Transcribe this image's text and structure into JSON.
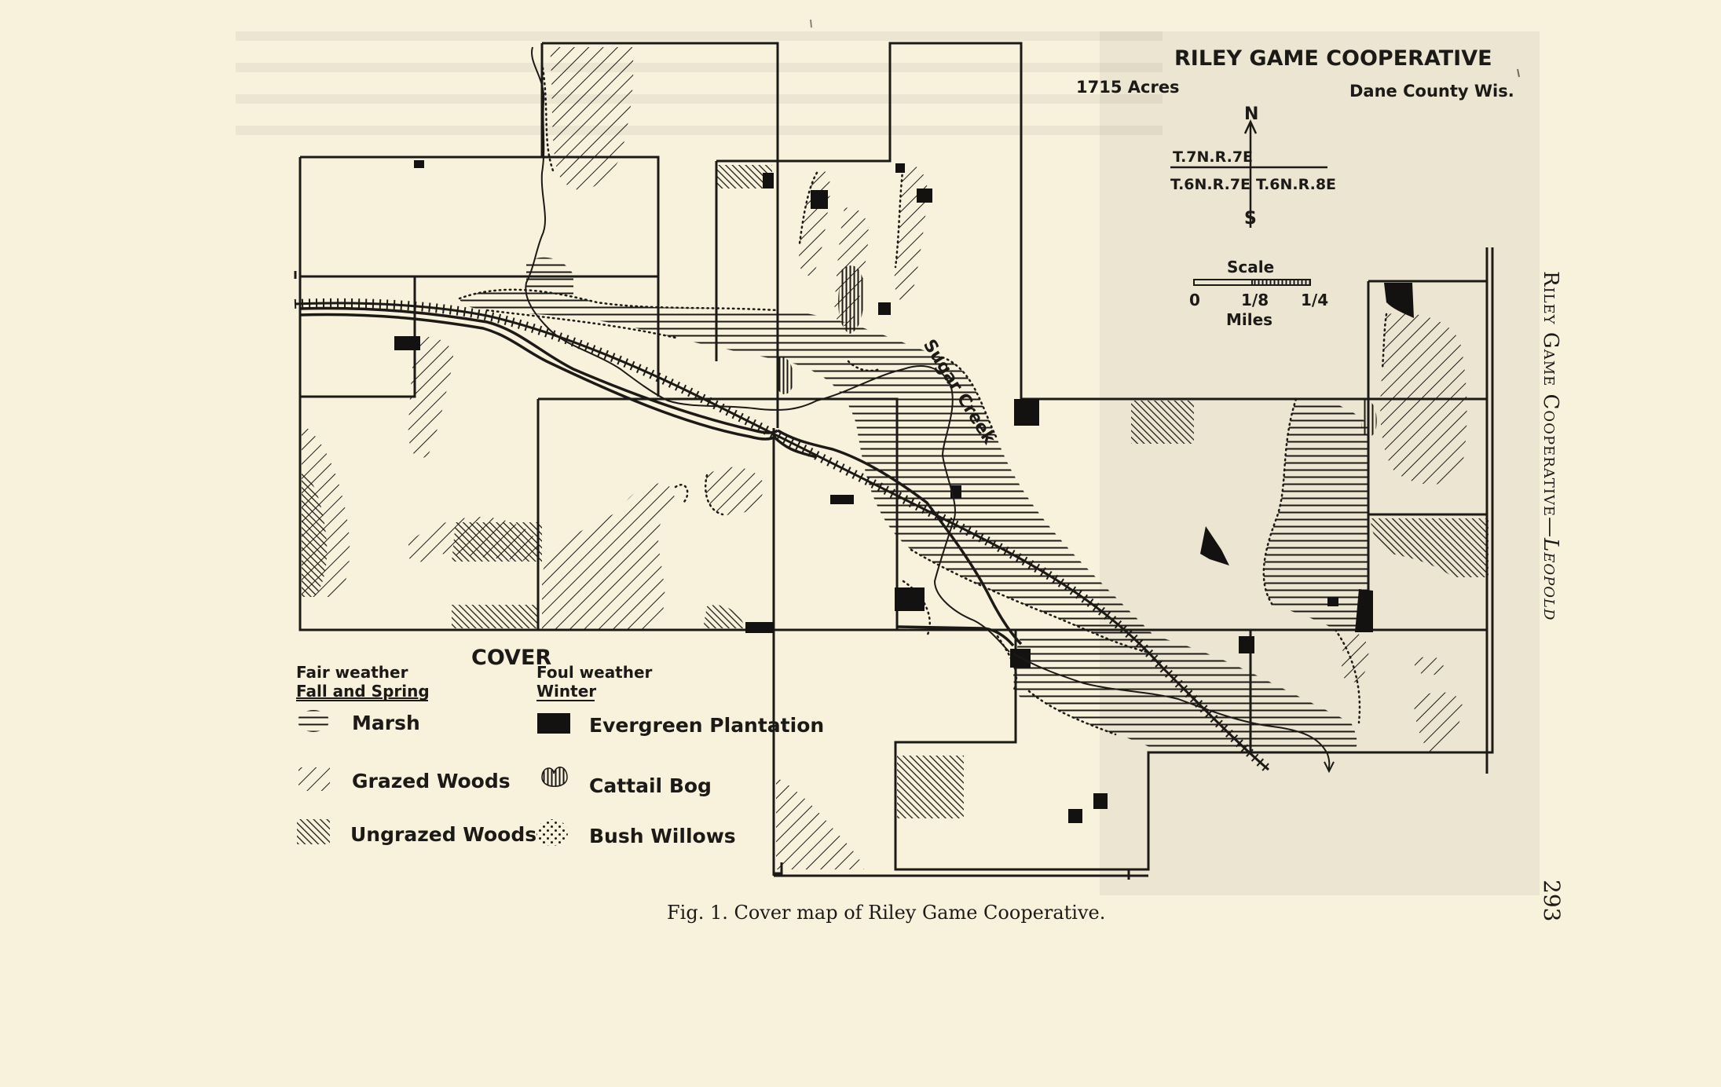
{
  "map": {
    "title": "RILEY GAME COOPERATIVE",
    "acres": "1715 Acres",
    "county": "Dane County Wis.",
    "compass": {
      "north": "N",
      "south": "S",
      "townships": [
        "T.7N.R.7E",
        "T.6N.R.7E",
        "T.6N.R.8E"
      ]
    },
    "scale": {
      "title": "Scale",
      "ticks": [
        "0",
        "1/8",
        "1/4"
      ],
      "unit": "Miles"
    },
    "creek_label": "Sugar Creek"
  },
  "legend": {
    "title": "COVER",
    "left_group_heading": "Fair weather",
    "left_group_subheading": "Fall and Spring",
    "right_group_heading": "Foul weather",
    "right_group_subheading": "Winter",
    "items_left": [
      "Marsh",
      "Grazed Woods",
      "Ungrazed Woods"
    ],
    "items_right": [
      "Evergreen Plantation",
      "Cattail Bog",
      "Bush Willows"
    ]
  },
  "caption": "Fig. 1. Cover map of Riley Game Cooperative.",
  "running_head": {
    "text": "Riley Game Cooperative",
    "author": "Leopold",
    "separator": "—"
  },
  "page_number": "293",
  "colors": {
    "paper": "#f8f1dc",
    "ink": "#1c1a17"
  }
}
